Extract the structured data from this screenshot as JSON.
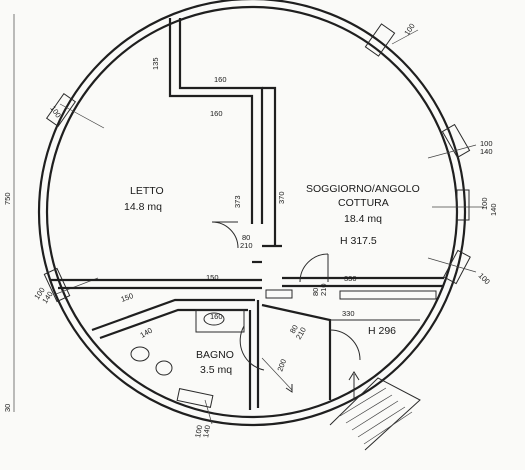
{
  "rooms": {
    "letto": {
      "name": "LETTO",
      "area": "14.8 mq"
    },
    "soggiorno": {
      "name_line1": "SOGGIORNO/ANGOLO",
      "name_line2": "COTTURA",
      "area": "18.4 mq",
      "height": "H 317.5"
    },
    "bagno": {
      "name": "BAGNO",
      "area": "3.5 mq"
    },
    "entrance": {
      "height": "H 296"
    }
  },
  "dimensions": {
    "d135": "135",
    "d160_top": "160",
    "d160_mid": "160",
    "d373": "373",
    "d370": "370",
    "d80_210_a": "80",
    "d80_210_a2": "210",
    "d150_a": "150",
    "d150_b": "150",
    "d80_210_b": "80",
    "d80_210_b2": "210",
    "d330_a": "330",
    "d330_b": "330",
    "d160_bath": "160",
    "d140": "140",
    "d80_210_c": "80",
    "d80_210_c2": "210",
    "d200": "200",
    "w100_140": "100",
    "w100_140b": "140",
    "outer_750": "750",
    "outer_30": "30"
  }
}
